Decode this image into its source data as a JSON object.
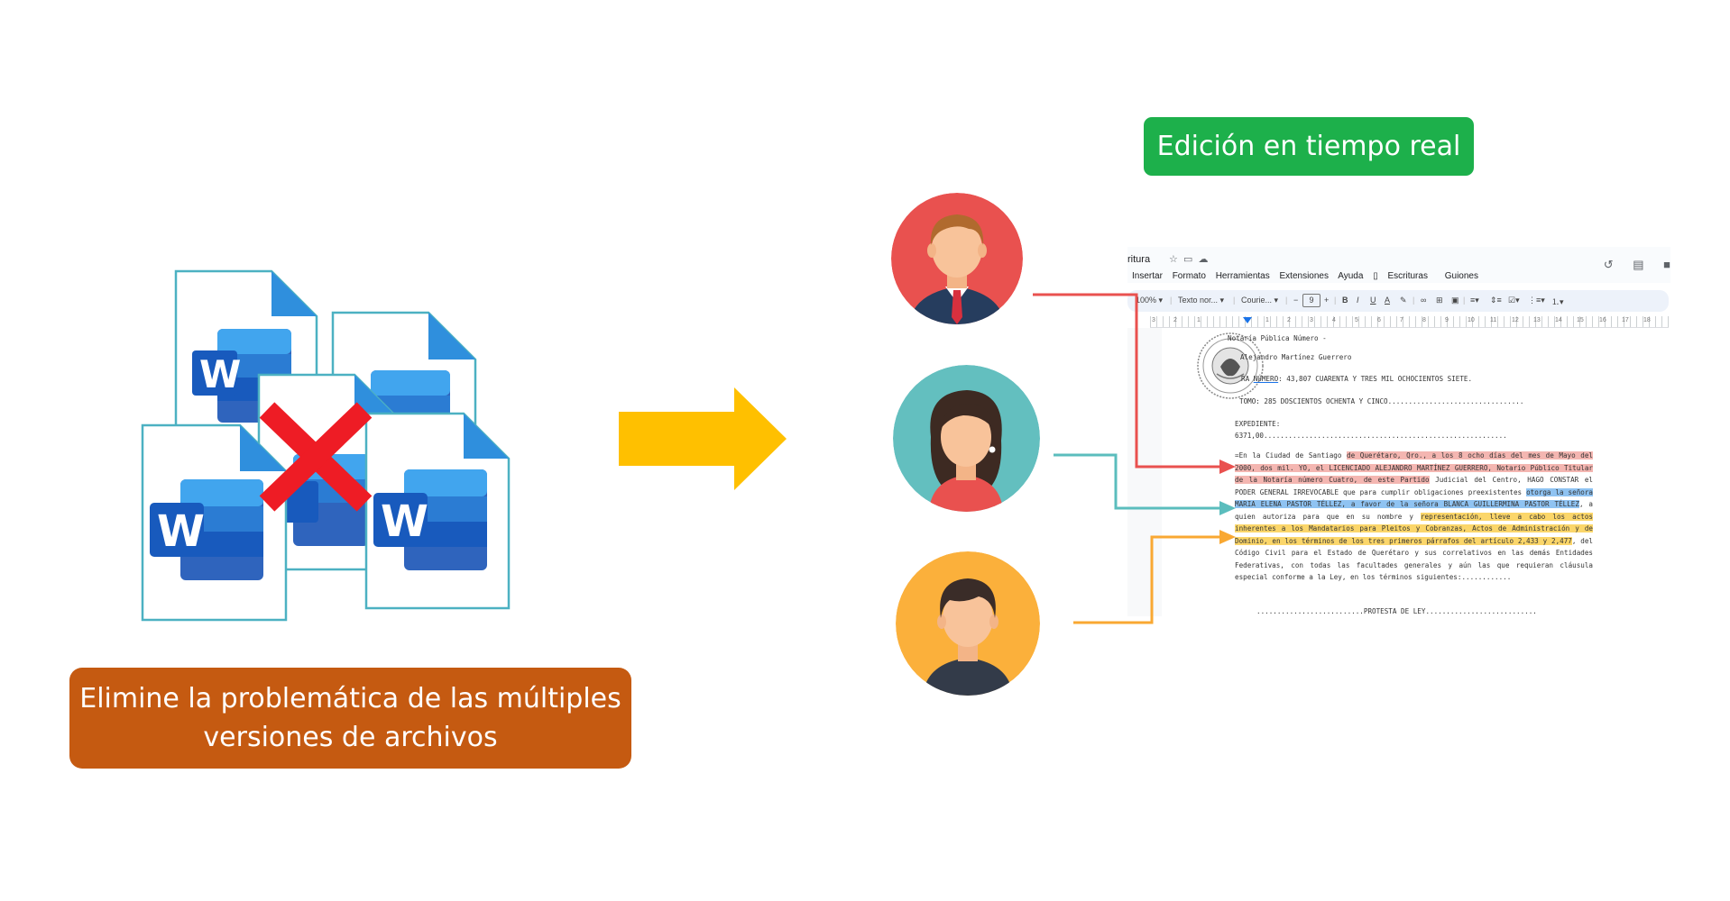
{
  "left_panel": {
    "caption_line1": "Elimine la problemática de las múltiples",
    "caption_line2": "versiones de archivos",
    "caption_color": "#c55a11",
    "doc_icon_letter": "W",
    "doc_icon": "word-document-icon",
    "cross_icon": "red-x-icon",
    "cross_color": "#ee1c25"
  },
  "arrow": {
    "icon": "right-arrow-icon",
    "color": "#ffc000"
  },
  "right_panel": {
    "title": "Edición en tiempo real",
    "title_color": "#1db04b",
    "users": [
      {
        "name": "user-man",
        "bg": "#e9514f",
        "connector_color": "#e9514f"
      },
      {
        "name": "user-woman",
        "bg": "#63bfbf",
        "connector_color": "#5bbdbd"
      },
      {
        "name": "user-person",
        "bg": "#fbb03b",
        "connector_color": "#f9a832"
      }
    ]
  },
  "editor": {
    "doc_title": "ritura",
    "menu": [
      "Insertar",
      "Formato",
      "Herramientas",
      "Extensiones",
      "Ayuda",
      "Escrituras",
      "Guiones"
    ],
    "zoom": "100%",
    "style_select": "Texto nor...",
    "font_select": "Courie...",
    "font_size": "9",
    "ruler_numbers": [
      "3",
      "2",
      "1",
      "1",
      "2",
      "3",
      "4",
      "5",
      "6",
      "7",
      "8",
      "9",
      "10",
      "11",
      "12",
      "13",
      "14",
      "15",
      "16",
      "17",
      "18"
    ],
    "line_notaria": "Notaría Pública Número -",
    "line_name": "Alejandro Martínez Guerrero",
    "line_numero_prefix": "RA ",
    "line_numero_link": "NÚMERO",
    "line_numero_rest": ": 43,807 CUARENTA Y TRES MIL OCHOCIENTOS SIETE.",
    "line_tomo": "TOMO: 285 DOSCIENTOS OCHENTA Y CINCO.................................",
    "line_expediente": "EXPEDIENTE:",
    "line_exp_num": "6371,00...........................................................",
    "p1": "=En la Ciudad de Santiago ",
    "p2_red": "de Querétaro, Qro., a los 8 ocho días del mes de Mayo del 2000, dos mil. YO, el LICENCIADO ALEJANDRO MARTÍNEZ GUERRERO, Notario Público Titular de la Notaría número Cuatro, de este Partido",
    "p3": " Judicial del Centro, HAGO CONSTAR el PODER GENERAL IRREVOCABLE que para cumplir obligaciones preexistentes ",
    "p4_blue": "otorga la señora MARIA ELENA PASTOR TÉLLEZ, a favor de la señora BLANCA GUILLERMINA PASTOR TÉLLEZ",
    "p5": ", a quien autoriza para que en su nombre y ",
    "p6_yellow": "representación, lleve a cabo los actos inherentes a los Mandatarios para Pleitos y Cobranzas, Actos de Administración y de Dominio, en los términos de los tres primeros párrafos del artículo 2,433 y 2,477",
    "p7": ", del Código Civil para el Estado de Querétaro y sus correlativos en las demás Entidades Federativas, con todas las facultades generales y aún las que requieran cláusula especial conforme a la Ley, en los términos siguientes:............",
    "line_protesta": "..........................PROTESTA DE LEY..........................."
  }
}
